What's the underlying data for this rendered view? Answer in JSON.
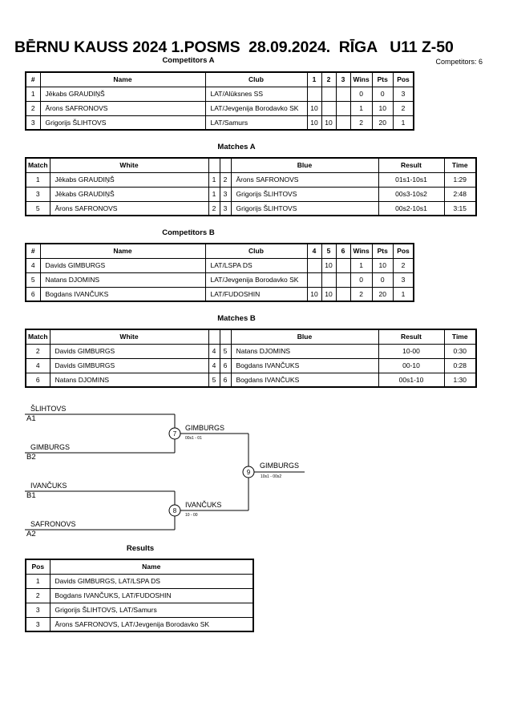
{
  "header": {
    "title": "BĒRNU KAUSS 2024 1.POSMS  28.09.2024.  RĪGA   U11 Z-50",
    "competitors_count": "Competitors: 6"
  },
  "competitors_a": {
    "title": "Competitors A",
    "headers": [
      "#",
      "Name",
      "Club",
      "1",
      "2",
      "3",
      "Wins",
      "Pts",
      "Pos"
    ],
    "rows": [
      [
        "1",
        "Jēkabs GRAUDIŅŠ",
        "LAT/Alūksnes SS",
        "",
        "",
        "",
        "0",
        "0",
        "3"
      ],
      [
        "2",
        "Ārons SAFRONOVS",
        "LAT/Jevgenija Borodavko SK",
        "10",
        "",
        "",
        "1",
        "10",
        "2"
      ],
      [
        "3",
        "Grigorijs ŠLIHTOVS",
        "LAT/Samurs",
        "10",
        "10",
        "",
        "2",
        "20",
        "1"
      ]
    ]
  },
  "matches_a": {
    "title": "Matches A",
    "headers": [
      "Match",
      "White",
      "",
      "",
      "Blue",
      "Result",
      "Time"
    ],
    "rows": [
      [
        "1",
        "Jēkabs GRAUDIŅŠ",
        "1",
        "2",
        "Ārons SAFRONOVS",
        "01s1-10s1",
        "1:29"
      ],
      [
        "3",
        "Jēkabs GRAUDIŅŠ",
        "1",
        "3",
        "Grigorijs ŠLIHTOVS",
        "00s3-10s2",
        "2:48"
      ],
      [
        "5",
        "Ārons SAFRONOVS",
        "2",
        "3",
        "Grigorijs ŠLIHTOVS",
        "00s2-10s1",
        "3:15"
      ]
    ]
  },
  "competitors_b": {
    "title": "Competitors B",
    "headers": [
      "#",
      "Name",
      "Club",
      "4",
      "5",
      "6",
      "Wins",
      "Pts",
      "Pos"
    ],
    "rows": [
      [
        "4",
        "Davids GIMBURGS",
        "LAT/LSPA DS",
        "",
        "10",
        "",
        "1",
        "10",
        "2"
      ],
      [
        "5",
        "Natans DJOMINS",
        "LAT/Jevgenija Borodavko SK",
        "",
        "",
        "",
        "0",
        "0",
        "3"
      ],
      [
        "6",
        "Bogdans IVANČUKS",
        "LAT/FUDOSHIN",
        "10",
        "10",
        "",
        "2",
        "20",
        "1"
      ]
    ]
  },
  "matches_b": {
    "title": "Matches B",
    "headers": [
      "Match",
      "White",
      "",
      "",
      "Blue",
      "Result",
      "Time"
    ],
    "rows": [
      [
        "2",
        "Davids GIMBURGS",
        "4",
        "5",
        "Natans DJOMINS",
        "10-00",
        "0:30"
      ],
      [
        "4",
        "Davids GIMBURGS",
        "4",
        "6",
        "Bogdans IVANČUKS",
        "00-10",
        "0:28"
      ],
      [
        "6",
        "Natans DJOMINS",
        "5",
        "6",
        "Bogdans IVANČUKS",
        "00s1-10",
        "1:30"
      ]
    ]
  },
  "bracket": {
    "semi1": {
      "top_name": "ŠLIHTOVS",
      "top_seed": "A1",
      "bottom_name": "GIMBURGS",
      "bottom_seed": "B2",
      "match": "7",
      "winner": "GIMBURGS",
      "score": "00s1 - 01"
    },
    "semi2": {
      "top_name": "IVANČUKS",
      "top_seed": "B1",
      "bottom_name": "SAFRONOVS",
      "bottom_seed": "A2",
      "match": "8",
      "winner": "IVANČUKS",
      "score": "10 - 00"
    },
    "final": {
      "match": "9",
      "winner": "GIMBURGS",
      "score": "10s1 - 00s2"
    }
  },
  "results": {
    "title": "Results",
    "headers": [
      "Pos",
      "Name"
    ],
    "rows": [
      [
        "1",
        "Davids GIMBURGS, LAT/LSPA DS"
      ],
      [
        "2",
        "Bogdans IVANČUKS, LAT/FUDOSHIN"
      ],
      [
        "3",
        "Grigorijs ŠLIHTOVS, LAT/Samurs"
      ],
      [
        "3",
        "Ārons SAFRONOVS, LAT/Jevgenija Borodavko SK"
      ]
    ]
  }
}
